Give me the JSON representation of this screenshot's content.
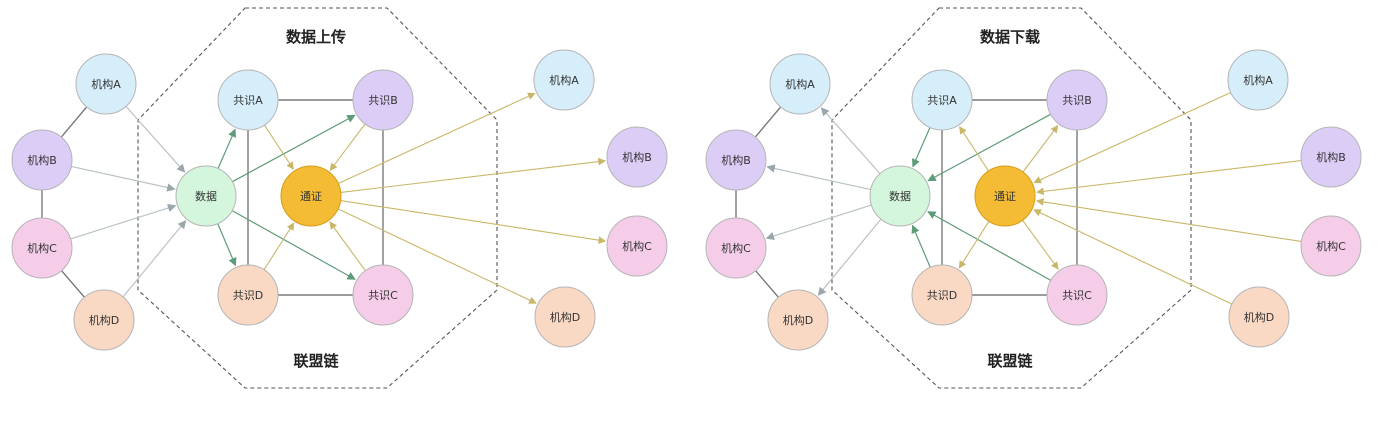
{
  "colors": {
    "org_a": "#d6eefa",
    "org_b": "#dccdf6",
    "org_c": "#f5cde9",
    "org_d": "#f9d8c4",
    "data": "#d4f6dc",
    "verify": "#f3bc34",
    "inner_edge": "#7a7a7a",
    "outer_edge": "#cccccc",
    "green_arrow": "#5e9b78",
    "yellow_arrow": "#c9b768",
    "grey_arrow": "#b9c2c6",
    "boundary": "#555555"
  },
  "panels": [
    {
      "title": "数据上传",
      "chain_label": "联盟链",
      "nodes": {
        "org_a": "机构A",
        "org_b": "机构B",
        "org_c": "机构C",
        "org_d": "机构D",
        "data": "数据",
        "verify": "通证",
        "cons_a": "共识A",
        "cons_b": "共识B",
        "cons_c": "共识C",
        "cons_d": "共识D",
        "ext_a": "机构A",
        "ext_b": "机构B",
        "ext_c": "机构C",
        "ext_d": "机构D"
      }
    },
    {
      "title": "数据下载",
      "chain_label": "联盟链",
      "nodes": {
        "org_a": "机构A",
        "org_b": "机构B",
        "org_c": "机构C",
        "org_d": "机构D",
        "data": "数据",
        "verify": "通证",
        "cons_a": "共识A",
        "cons_b": "共识B",
        "cons_c": "共识C",
        "cons_d": "共识D",
        "ext_a": "机构A",
        "ext_b": "机构B",
        "ext_c": "机构C",
        "ext_d": "机构D"
      }
    }
  ]
}
